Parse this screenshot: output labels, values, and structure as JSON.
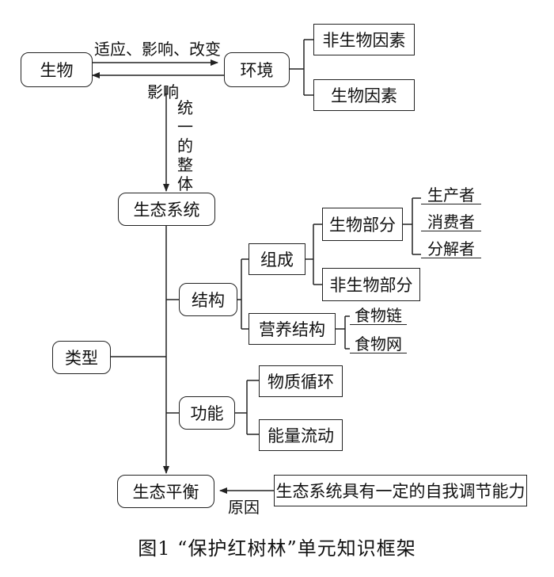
{
  "nodes": {
    "organism": "生物",
    "environment": "环境",
    "abiotic_factors": "非生物因素",
    "biotic_factors": "生物因素",
    "ecosystem": "生态系统",
    "structure": "结构",
    "composition": "组成",
    "biotic_part": "生物部分",
    "abiotic_part": "非生物部分",
    "producer": "生产者",
    "consumer": "消费者",
    "decomposer": "分解者",
    "trophic_structure": "营养结构",
    "food_chain": "食物链",
    "food_web": "食物网",
    "types": "类型",
    "function": "功能",
    "material_cycle": "物质循环",
    "energy_flow": "能量流动",
    "ecological_balance": "生态平衡",
    "self_regulation": "生态系统具有一定的自我调节能力"
  },
  "edge_labels": {
    "adapt_influence_change": "适应、影响、改变",
    "influence": "影响",
    "unified_whole": "统一的整体",
    "reason": "原因"
  },
  "caption": "图1 “保护红树林”单元知识框架"
}
